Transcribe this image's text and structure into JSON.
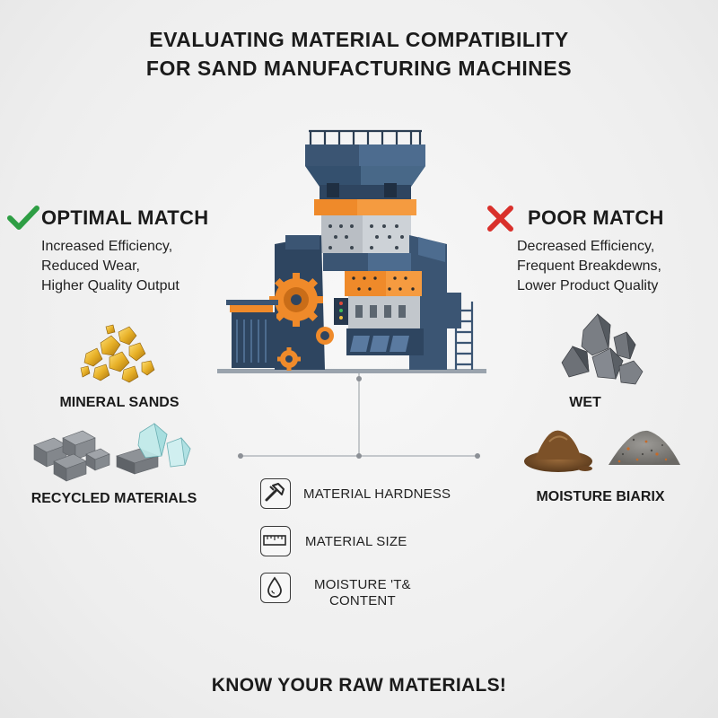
{
  "title": {
    "line1": "EVALUATING MATERIAL COMPATIBILITY",
    "line2": "FOR SAND MANUFACTURING MACHINES"
  },
  "optimal": {
    "heading": "OPTIMAL MATCH",
    "icon": "check-icon",
    "color": "#2e9e44",
    "lines": [
      "Increased Efficiency,",
      "Reduced Wear,",
      "Higher Quality Output"
    ],
    "materials": [
      "MINERAL SANDS",
      "RECYCLED MATERIALS"
    ]
  },
  "poor": {
    "heading": "POOR MATCH",
    "icon": "cross-icon",
    "color": "#d9302b",
    "lines": [
      "Decreased Efficiency,",
      "Frequent Breakdewns,",
      "Lower Product Quality"
    ],
    "materials": [
      "WET",
      "MOISTURE BIARIX"
    ]
  },
  "factors": [
    {
      "icon": "hammer-icon",
      "label": "MATERIAL HARDNESS"
    },
    {
      "icon": "ruler-icon",
      "label": "MATERIAL SIZE"
    },
    {
      "icon": "water-drop-icon",
      "label_line1": "MOISTURE 'T&",
      "label_line2": "CONTENT"
    }
  ],
  "footer": "KNOW YOUR RAW MATERIALS!",
  "colors": {
    "machine_blue": "#3b5573",
    "machine_dark": "#27384d",
    "accent_orange": "#ef8a2a",
    "gray_panel": "#b9bec4"
  }
}
